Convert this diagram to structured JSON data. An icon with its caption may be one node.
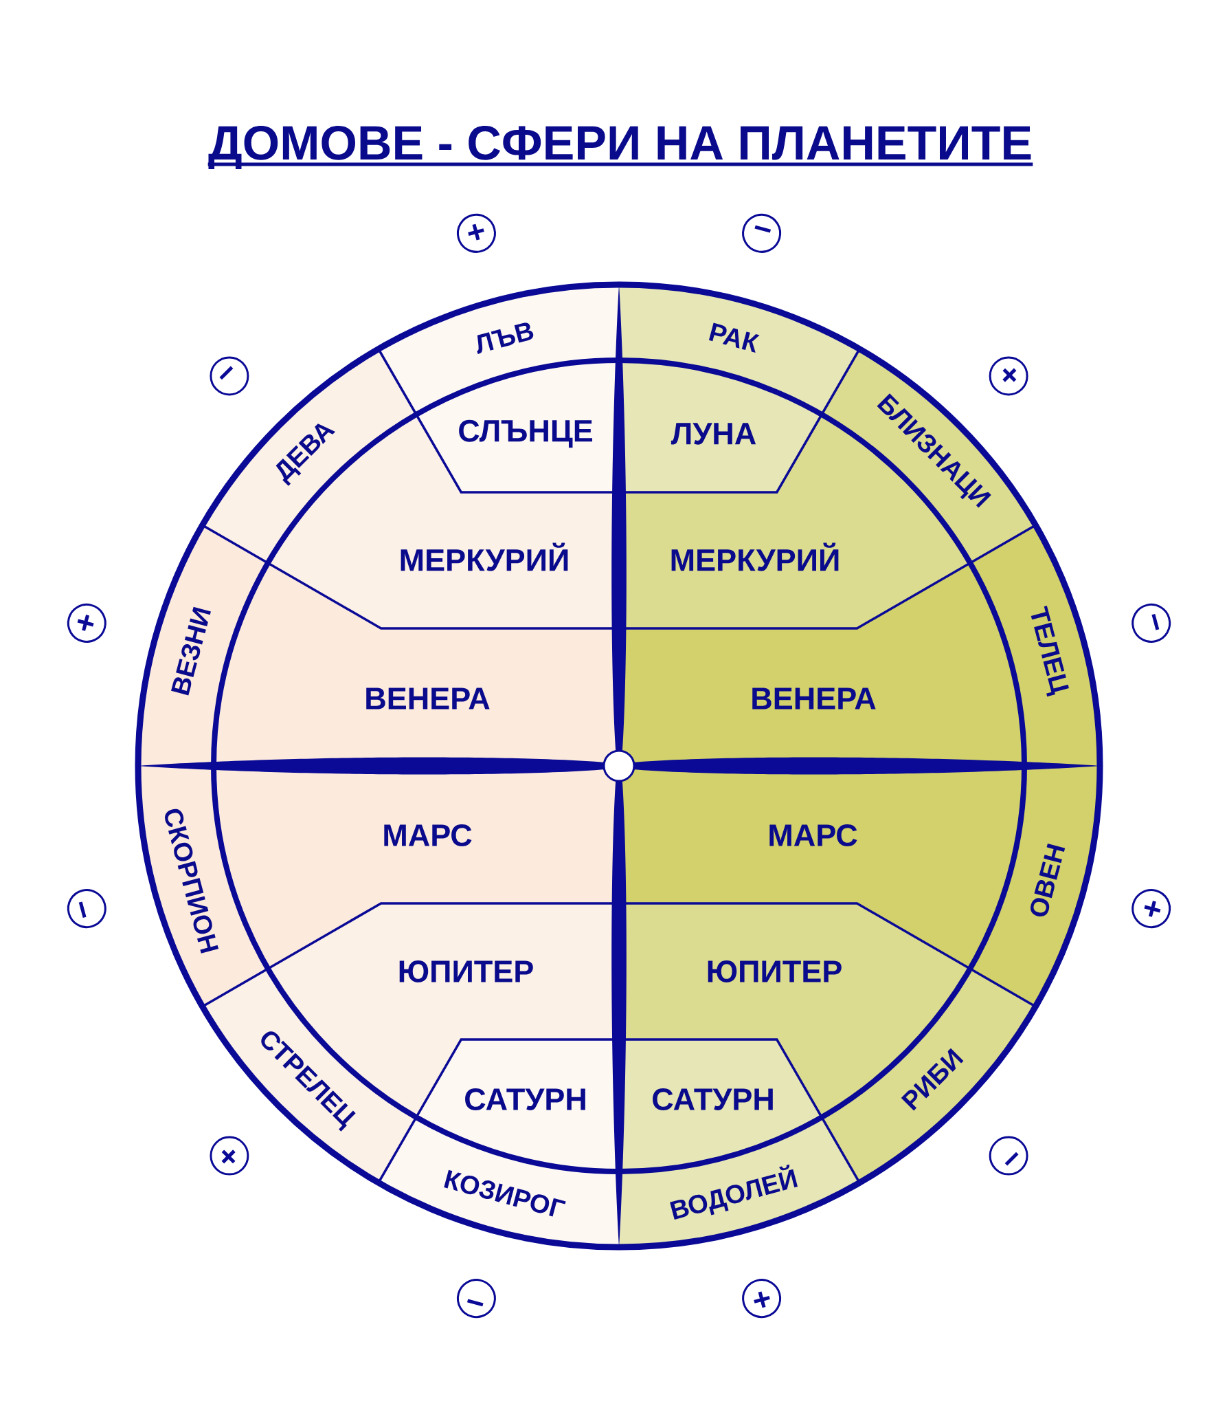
{
  "diagram": {
    "title": "ДОМОВЕ - СФЕРИ НА ПЛАНЕТИТЕ",
    "nodes": [
      {
        "text": [
          "ЛЪВ"
        ]
      },
      {
        "text": [
          "РАК"
        ]
      },
      {
        "text": [
          "ДЕВА"
        ]
      },
      {
        "text": [
          "БЛИЗНАЦИ"
        ]
      },
      {
        "text": [
          "ВЕЗНИ"
        ]
      },
      {
        "text": [
          "ТЕЛЕЦ"
        ]
      },
      {
        "text": [
          "СКОРПИОН"
        ]
      },
      {
        "text": [
          "ОВЕН"
        ]
      },
      {
        "text": [
          "СТРЕЛЕЦ"
        ]
      },
      {
        "text": [
          "РИБИ"
        ]
      },
      {
        "text": [
          "КОЗИРОГ"
        ]
      },
      {
        "text": [
          "ВОДОЛЕЙ"
        ]
      },
      {
        "text": [
          "СЛЪНЦЕ"
        ]
      },
      {
        "text": [
          "ЛУНА"
        ]
      },
      {
        "text": [
          "МЕРКУРИЙ"
        ]
      },
      {
        "text": [
          "МЕРКУРИЙ"
        ]
      },
      {
        "text": [
          "ВЕНЕРА"
        ]
      },
      {
        "text": [
          "ВЕНЕРА"
        ]
      },
      {
        "text": [
          "МАРС"
        ]
      },
      {
        "text": [
          "МАРС"
        ]
      },
      {
        "text": [
          "ЮПИТЕР"
        ]
      },
      {
        "text": [
          "ЮПИТЕР"
        ]
      },
      {
        "text": [
          "САТУРН"
        ]
      },
      {
        "text": [
          "САТУРН"
        ]
      },
      {
        "text": [
          "+"
        ]
      },
      {
        "text": [
          "−"
        ]
      },
      {
        "text": [
          "−"
        ]
      },
      {
        "text": [
          "+"
        ]
      },
      {
        "text": [
          "+"
        ]
      },
      {
        "text": [
          "−"
        ]
      },
      {
        "text": [
          "−"
        ]
      },
      {
        "text": [
          "+"
        ]
      },
      {
        "text": [
          "+"
        ]
      },
      {
        "text": [
          "−"
        ]
      },
      {
        "text": [
          "−"
        ]
      },
      {
        "text": [
          "+"
        ]
      }
    ]
  }
}
